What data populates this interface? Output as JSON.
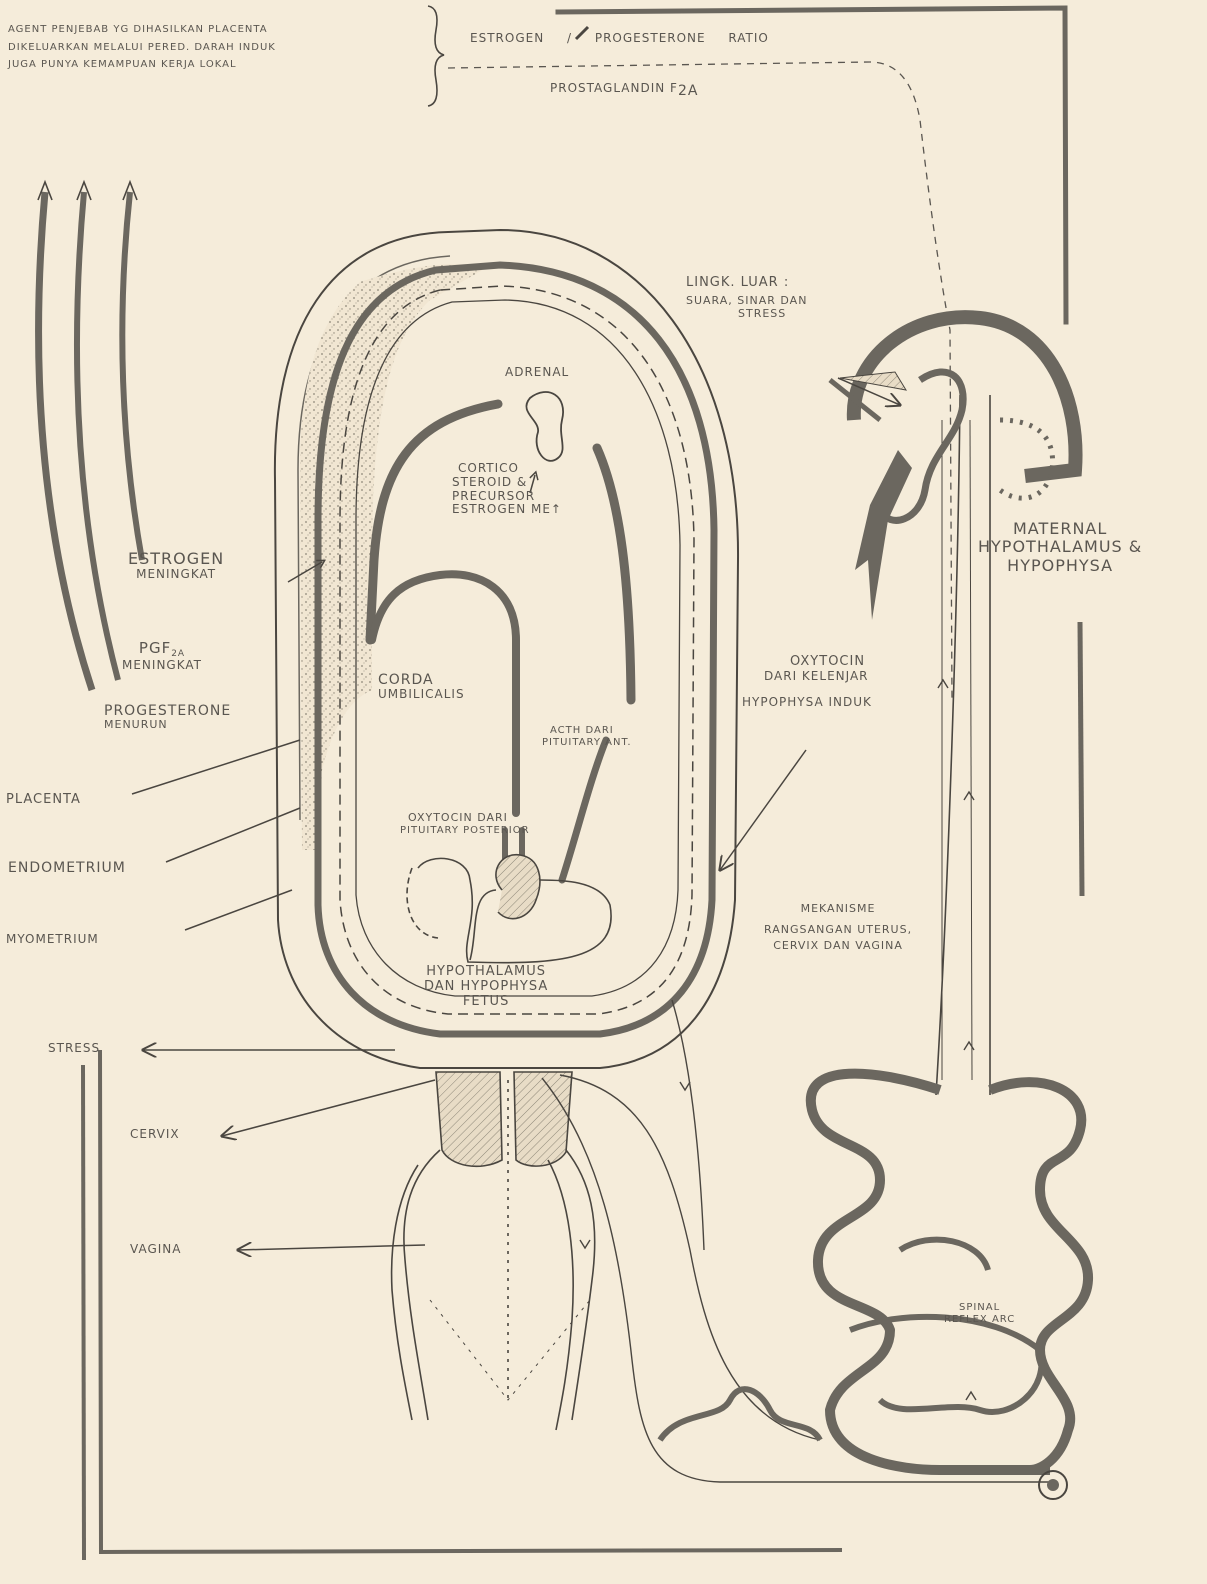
{
  "top_note": {
    "line1": "AGENT PENJEBAB YG DIHASILKAN PLACENTA",
    "line2": "DIKELUARKAN MELALUI PERED. DARAH INDUK",
    "line3": "JUGA PUNYA KEMAMPUAN KERJA LOKAL"
  },
  "ratio_label": "ESTROGEN / PROGESTERONE RATIO",
  "prostaglandin_label": "PROSTAGLANDIN F",
  "prostaglandin_sub": "2α",
  "left_effects": {
    "estrogen_1": "ESTROGEN",
    "estrogen_2": "MENINGKAT",
    "pgf_1": "PGF",
    "pgf_sub": "2α",
    "pgf_2": "MENINGKAT",
    "progesterone_1": "PROGESTERONE",
    "progesterone_2": "MENURUN"
  },
  "uterus_layers": {
    "placenta": "PLACENTA",
    "endometrium": "ENDOMETRIUM",
    "myometrium": "MYOMETRIUM"
  },
  "fetus": {
    "adrenal": "ADRENAL",
    "cortico_1": "CORTICO",
    "cortico_2": "STEROID &",
    "cortico_3": "PRECURSOR",
    "cortico_4": "ESTROGEN ME↑",
    "corda_1": "CORDA",
    "corda_2": "UMBILICALIS",
    "acth_1": "ACTH DARI",
    "acth_2": "PITUITARY ANT.",
    "oxy_1": "OXYTOCIN DARI",
    "oxy_2": "PITUITARY POSTERIOR",
    "hypo_1": "HYPOTHALAMUS",
    "hypo_2": "DAN HYPOPHYSA",
    "hypo_3": "FETUS"
  },
  "environment": {
    "line1": "LINGK. LUAR :",
    "line2": "SUARA, SINAR DAN",
    "line3": "STRESS"
  },
  "maternal": {
    "line1": "MATERNAL",
    "line2": "HYPOTHALAMUS &",
    "line3": "HYPOPHYSA"
  },
  "oxytocin_mother": {
    "line1": "OXYTOCIN",
    "line2": "DARI KELENJAR",
    "line3": "HYPOPHYSA INDUK"
  },
  "mechanism": {
    "line1": "MEKANISME",
    "line2": "RANGSANGAN UTERUS,",
    "line3": "CERVIX DAN VAGINA"
  },
  "lower_labels": {
    "stress": "STRESS",
    "cervix": "CERVIX",
    "vagina": "VAGINA"
  },
  "spinal": {
    "line1": "SPINAL",
    "line2": "REFLEX ARC"
  }
}
